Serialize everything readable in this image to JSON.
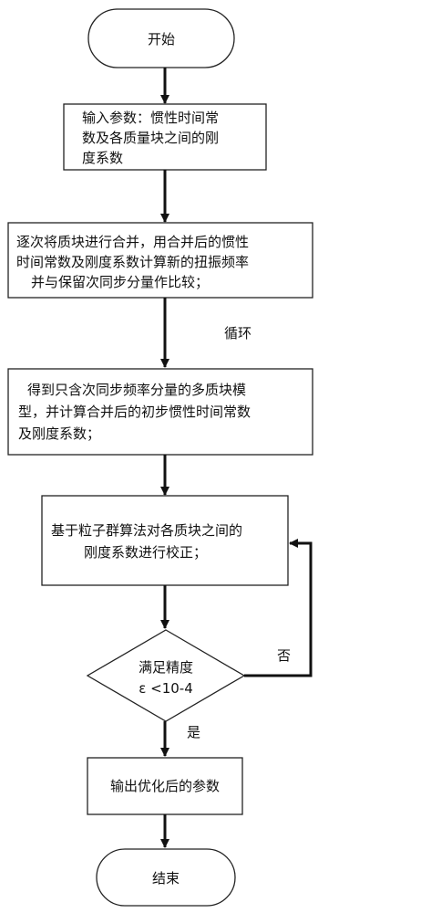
{
  "nodes": {
    "start": {
      "label": "开始"
    },
    "input": {
      "lines": [
        "输入参数：惯性时间常",
        "数及各质量块之间的刚",
        "度系数"
      ]
    },
    "merge": {
      "lines": [
        "逐次将质块进行合并，用合并后的惯性",
        "时间常数及刚度系数计算新的扭振频率",
        "并与保留次同步分量作比较；"
      ]
    },
    "model": {
      "lines": [
        "得到只含次同步频率分量的多质块模",
        "型，并计算合并后的初步惯性时间常数",
        "及刚度系数；"
      ]
    },
    "correct": {
      "lines": [
        "基于粒子群算法对各质块之间的",
        "刚度系数进行校正；"
      ]
    },
    "decision": {
      "lines": [
        "满足精度",
        "ε <10-4"
      ]
    },
    "output": {
      "label": "输出优化后的参数"
    },
    "end": {
      "label": "结束"
    }
  },
  "edge_labels": {
    "loop": "循环",
    "no": "否",
    "yes": "是"
  },
  "colors": {
    "stroke": "#222222",
    "fill": "#ffffff",
    "text": "#111111"
  }
}
